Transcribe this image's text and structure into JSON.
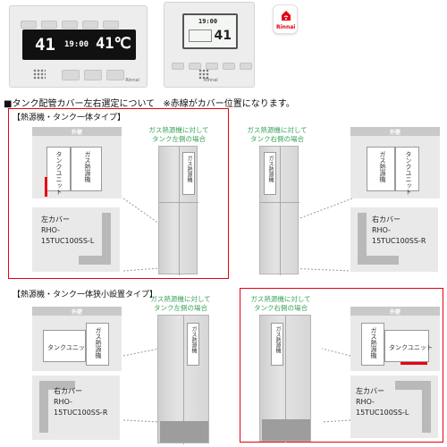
{
  "remotes": {
    "left": {
      "temp_setting": "41",
      "time": "19:00",
      "temp_current": "41℃",
      "brand": "Rinnai"
    },
    "right": {
      "time": "19:00",
      "temp": "41",
      "brand": "Rinnai"
    }
  },
  "app_icon": {
    "brand": "Rinnai",
    "accent": "#e60012"
  },
  "heading": {
    "bullet": "■",
    "title": "タンク配管カバー左右選定について",
    "note": "※赤線がカバー位置になります。"
  },
  "section1": {
    "label": "【熱源機・タンク一体タイプ】",
    "wall": "外壁",
    "left_diagram": {
      "tank": "タンクユニット",
      "gas": "ガス熱源機"
    },
    "left_caption": [
      "ガス熱源機に対して",
      "タンク左側の場合"
    ],
    "right_caption": [
      "ガス熱源機に対して",
      "タンク右側の場合"
    ],
    "right_diagram": {
      "gas": "ガス熱源機",
      "tank": "タンクユニット"
    },
    "left_cover": [
      "左カバー",
      "RHO-",
      "15TUC100SS-L"
    ],
    "right_cover": [
      "右カバー",
      "RHO-",
      "15TUC100SS-R"
    ],
    "tower_label": "ガス熱源機"
  },
  "section2": {
    "label": "【熱源機・タンク一体狭小設置タイプ】",
    "wall": "外壁",
    "left_diagram": {
      "tank": "タンクユニット",
      "gas": "ガス熱源機"
    },
    "left_caption": [
      "ガス熱源機に対して",
      "タンク左側の場合"
    ],
    "right_caption": [
      "ガス熱源機に対して",
      "タンク右側の場合"
    ],
    "right_diagram": {
      "gas": "ガス熱源機",
      "tank": "タンクユニット"
    },
    "left_cover": [
      "右カバー",
      "RHO-",
      "15TUC100SS-R"
    ],
    "right_cover": [
      "左カバー",
      "RHO-",
      "15TUC100SS-L"
    ],
    "tower_label": "ガス熱源機"
  },
  "colors": {
    "accent_red": "#e60012",
    "caption_green": "#3aa35a"
  }
}
